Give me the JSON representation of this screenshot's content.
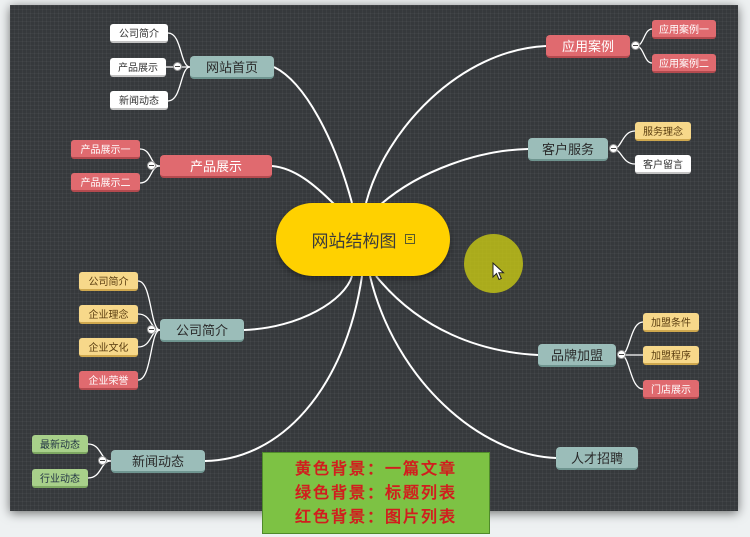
{
  "center": {
    "title": "网站结构图",
    "note_icon": "note-icon"
  },
  "colors": {
    "background": "#36393c",
    "center": "#ffd100",
    "branch": "#9bbdb9",
    "red": "#e06a6f",
    "yellow": "#f7d88a",
    "green": "#a8d08a",
    "legend": "#7dc244",
    "legend_text": "#d11e1e"
  },
  "branches": [
    {
      "label": "网站首页",
      "leaves": [
        "公司简介",
        "产品展示",
        "新闻动态"
      ]
    },
    {
      "label": "产品展示",
      "leaves": [
        "产品展示一",
        "产品展示二"
      ]
    },
    {
      "label": "公司简介",
      "leaves": [
        "公司简介",
        "企业理念",
        "企业文化",
        "企业荣誉"
      ]
    },
    {
      "label": "新闻动态",
      "leaves": [
        "最新动态",
        "行业动态"
      ]
    },
    {
      "label": "应用案例",
      "leaves": [
        "应用案例一",
        "应用案例二"
      ]
    },
    {
      "label": "客户服务",
      "leaves": [
        "服务理念",
        "客户留言"
      ]
    },
    {
      "label": "品牌加盟",
      "leaves": [
        "加盟条件",
        "加盟程序",
        "门店展示"
      ]
    },
    {
      "label": "人才招聘",
      "leaves": []
    }
  ],
  "legend": {
    "line1": "黄色背景：一篇文章",
    "line2": "绿色背景：标题列表",
    "line3": "红色背景：图片列表"
  }
}
